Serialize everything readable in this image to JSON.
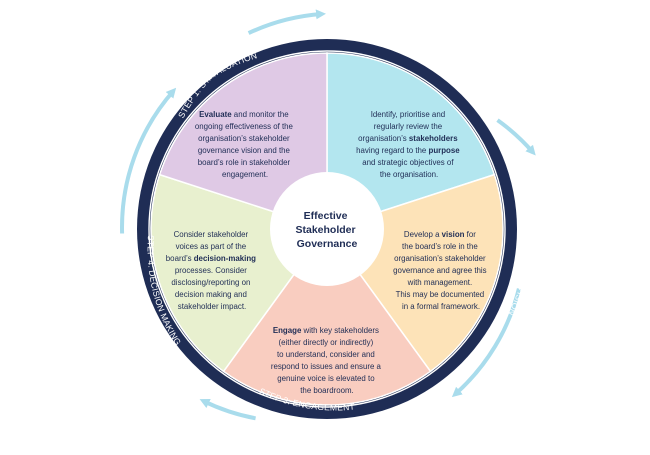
{
  "center": {
    "lines": [
      "Effective",
      "Stakeholder",
      "Governance"
    ]
  },
  "steps": {
    "s1": "STEP 1: STAKEHOLDERS AND ORGANISATIONAL PURPOSE",
    "s2": "STEP 2: VISION",
    "s3": "STEP 3: ENGAGEMENT",
    "s4": "STEP 4: DECISION MAKING",
    "s5": "STEP 5: EVALUATION"
  },
  "segments": {
    "stakeholders": {
      "color": "#b3e6ef",
      "l1": "Identify, prioritise and",
      "l2": "regularly review the",
      "l3a": "organisation’s ",
      "l3b": "stakeholders",
      "l4a": "having regard to the ",
      "l4b": "purpose",
      "l5": "and strategic objectives of",
      "l6": "the organisation."
    },
    "vision": {
      "color": "#fde3b8",
      "l1a": "Develop a ",
      "l1b": "vision",
      "l1c": " for",
      "l2": "the board’s role in the",
      "l3": "organisation’s stakeholder",
      "l4": "governance and agree this",
      "l5": "with management.",
      "l6": "This may be documented",
      "l7": "in a formal framework."
    },
    "engagement": {
      "color": "#f9cdc0",
      "l1a": "Engage",
      "l1b": " with key stakeholders",
      "l2": "(either directly or indirectly)",
      "l3": "to understand, consider and",
      "l4": "respond to issues and ensure a",
      "l5": "genuine voice is elevated to",
      "l6": "the boardroom."
    },
    "decision": {
      "color": "#e8f0cf",
      "l1": "Consider stakeholder",
      "l2": "voices as part of the",
      "l3a": "board’s ",
      "l3b": "decision-making",
      "l4": "processes. Consider",
      "l5": "disclosing/reporting on",
      "l6": "decision making and",
      "l7": "stakeholder impact."
    },
    "evaluation": {
      "color": "#dfc9e5",
      "l1a": "Evaluate",
      "l1b": " and monitor the",
      "l2": "ongoing effectiveness of the",
      "l3": "organisation’s stakeholder",
      "l4": "governance vision and the",
      "l5": "board’s role in stakeholder",
      "l6": "engagement."
    }
  },
  "colors": {
    "ring": "#1f2d55",
    "arrows": "#a9dcec",
    "text": "#1f2d55"
  }
}
